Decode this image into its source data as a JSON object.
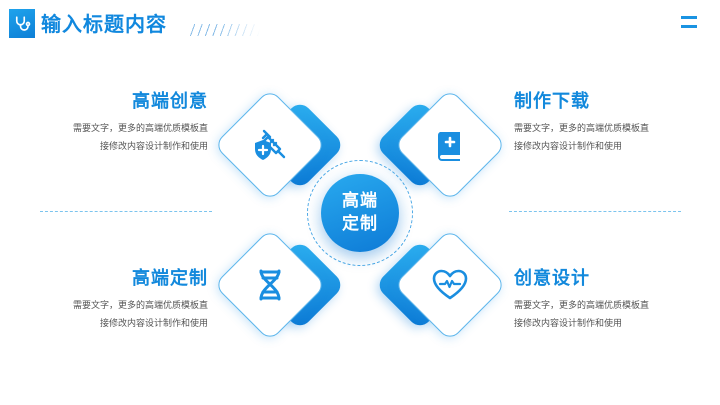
{
  "header": {
    "title": "输入标题内容",
    "icon": "stethoscope-icon",
    "menu_icon": "menu-icon"
  },
  "center": {
    "line1": "高端",
    "line2": "定制"
  },
  "items": [
    {
      "position": "top-left",
      "title": "高端创意",
      "desc_line1": "需要文字，更多的高端优质模板直",
      "desc_line2": "接修改内容设计制作和使用",
      "icon": "syringe-shield-icon"
    },
    {
      "position": "top-right",
      "title": "制作下载",
      "desc_line1": "需要文字，更多的高端优质模板直",
      "desc_line2": "接修改内容设计制作和使用",
      "icon": "medical-book-icon"
    },
    {
      "position": "bottom-left",
      "title": "高端定制",
      "desc_line1": "需要文字，更多的高端优质模板直",
      "desc_line2": "接修改内容设计制作和使用",
      "icon": "dna-icon"
    },
    {
      "position": "bottom-right",
      "title": "创意设计",
      "desc_line1": "需要文字，更多的高端优质模板直",
      "desc_line2": "接修改内容设计制作和使用",
      "icon": "heart-pulse-icon"
    }
  ],
  "colors": {
    "accent": "#1389dc",
    "accent_dark": "#0b78d4",
    "accent_light": "#2db0f0",
    "text": "#555555"
  }
}
